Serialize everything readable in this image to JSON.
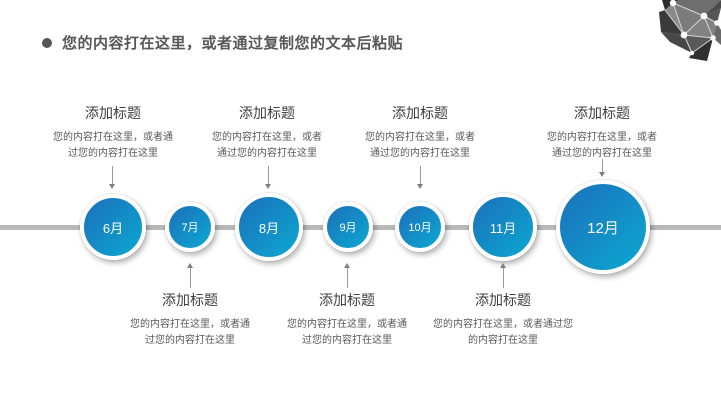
{
  "slide": {
    "title": "您的内容打在这里，或者通过复制您的文本后粘贴"
  },
  "timeline": {
    "months": [
      {
        "label": "6月"
      },
      {
        "label": "7月"
      },
      {
        "label": "8月"
      },
      {
        "label": "9月"
      },
      {
        "label": "10月"
      },
      {
        "label": "11月"
      },
      {
        "label": "12月"
      }
    ],
    "top_blocks": [
      {
        "heading": "添加标题",
        "line1": "您的内容打在这里，或者通",
        "line2": "过您的内容打在这里"
      },
      {
        "heading": "添加标题",
        "line1": "您的内容打在这里，或者",
        "line2": "通过您的内容打在这里"
      },
      {
        "heading": "添加标题",
        "line1": "您的内容打在这里，或者",
        "line2": "通过您的内容打在这里"
      },
      {
        "heading": "添加标题",
        "line1": "您的内容打在这里，或者",
        "line2": "通过您的内容打在这里"
      }
    ],
    "bottom_blocks": [
      {
        "heading": "添加标题",
        "line1": "您的内容打在这里，或者通",
        "line2": "过您的内容打在这里"
      },
      {
        "heading": "添加标题",
        "line1": "您的内容打在这里，或者通",
        "line2": "过您的内容打在这里"
      },
      {
        "heading": "添加标题",
        "line1": "您的内容打在这里，或者通过您",
        "line2": "的内容打在这里"
      }
    ]
  },
  "icons": {
    "title_bullet": "circle-bullet",
    "corner_decoration": "low-poly-network-graphic"
  },
  "colors": {
    "circle_gradient_start": "#1b72bc",
    "circle_gradient_end": "#0ca6cf",
    "circle_ring": "#ffffff",
    "timeline_line": "#b9b9b9",
    "title_text": "#575757",
    "heading_text": "#3f3f3f",
    "body_text": "#595959",
    "connector": "#9a9a9a"
  }
}
